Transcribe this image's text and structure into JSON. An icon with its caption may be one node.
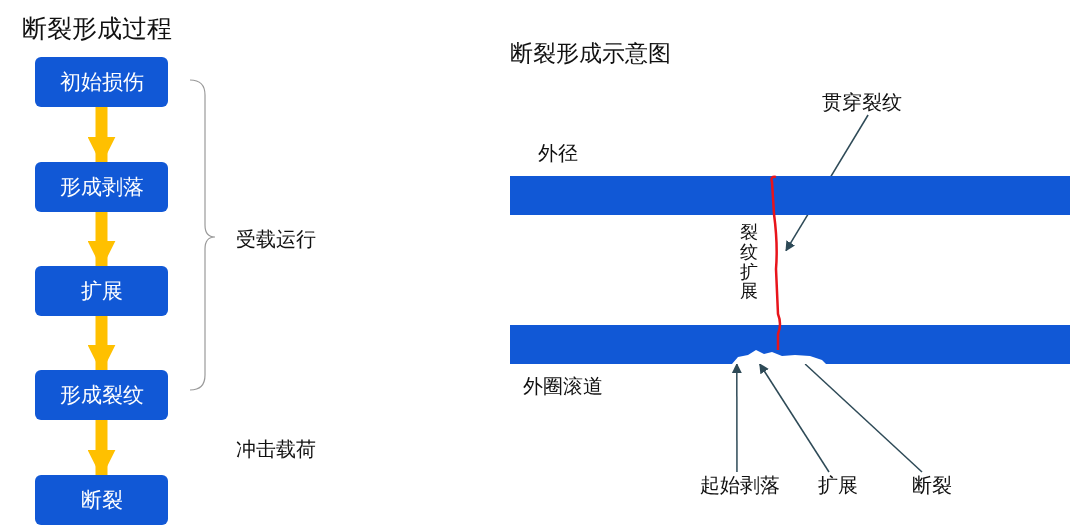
{
  "diagram": {
    "title": "断裂形成过程",
    "nodes": [
      {
        "text": [
          "初始损伤"
        ]
      },
      {
        "text": [
          "形成剥落"
        ]
      },
      {
        "text": [
          "扩展"
        ]
      },
      {
        "text": [
          "形成裂纹"
        ]
      },
      {
        "text": [
          "断裂"
        ]
      },
      {
        "text": [
          "外径"
        ]
      },
      {
        "text": [
          "外圈滚道"
        ]
      },
      {
        "text": [],
        "shape": "line",
        "beside": [
          "裂纹扩展"
        ]
      },
      {
        "text": [
          "贯穿裂纹"
        ]
      },
      {
        "text": [
          "起始剥落"
        ]
      },
      {
        "text": [
          "扩展"
        ]
      },
      {
        "text": [
          "断裂"
        ]
      }
    ],
    "edges": [
      {
        "from": 0,
        "to": 1,
        "arrow": "to",
        "style": "thick",
        "color": "#ffc000"
      },
      {
        "from": 1,
        "to": 2,
        "arrow": "to",
        "style": "thick",
        "color": "#ffc000"
      },
      {
        "from": 2,
        "to": 3,
        "arrow": "to",
        "style": "thick",
        "color": "#ffc000"
      },
      {
        "from": 3,
        "to": 4,
        "arrow": "to",
        "style": "thick",
        "color": "#ffc000"
      },
      {
        "from": 8,
        "to": 7,
        "arrow": "to",
        "color": "#2e4a57"
      },
      {
        "from": 9,
        "to": 6,
        "arrow": "to",
        "color": "#2e4a57"
      },
      {
        "from": 10,
        "to": 6,
        "arrow": "to",
        "color": "#2e4a57"
      },
      {
        "from": 11,
        "to": 6,
        "arrow": "none",
        "color": "#2e4a57"
      }
    ],
    "labels": [
      "受载运行",
      "冲击载荷",
      "断裂形成示意图"
    ]
  }
}
